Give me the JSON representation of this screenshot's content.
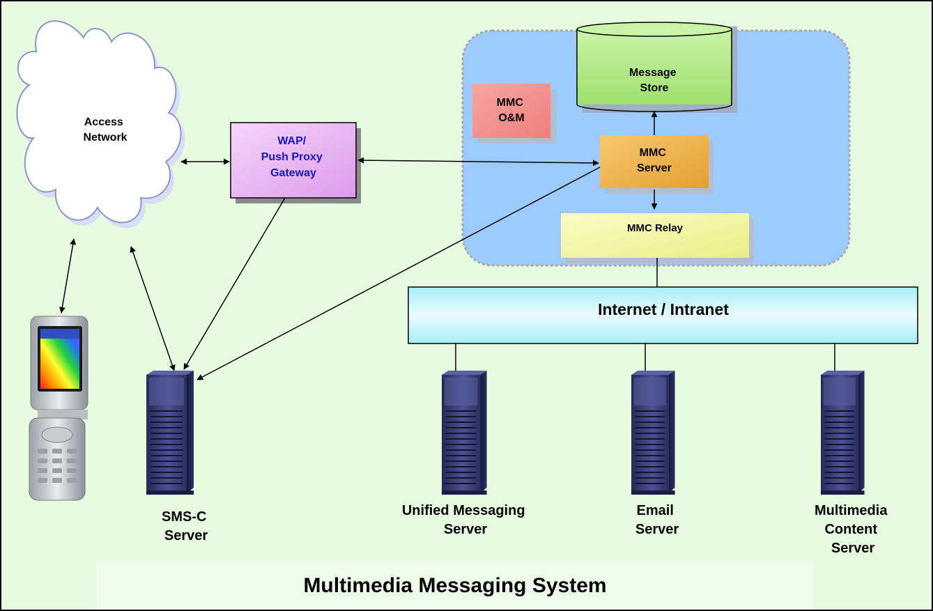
{
  "title": "Multimedia Messaging System",
  "nodes": {
    "access_network": [
      "Access",
      "Network"
    ],
    "wap_gateway": [
      "WAP/",
      "Push Proxy",
      "Gateway"
    ],
    "message_store": [
      "Message",
      "Store"
    ],
    "mmc_om": [
      "MMC",
      "O&M"
    ],
    "mmc_server": [
      "MMC",
      "Server"
    ],
    "mmc_relay": "MMC Relay",
    "internet": "Internet / Intranet",
    "sms_c_server": [
      "SMS-C",
      "Server"
    ],
    "unified_messaging_server": [
      "Unified Messaging",
      "Server"
    ],
    "email_server": [
      "Email",
      "Server"
    ],
    "multimedia_content_server": [
      "Multimedia",
      "Content",
      "Server"
    ]
  },
  "colors": {
    "background": "#e6fbe0",
    "title_panel": "#eefdea",
    "mmc_domain": "#9ecbff",
    "message_store": "#b5ec8e",
    "mmc_om": "#f2908e",
    "mmc_server": "#f3b24c",
    "mmc_relay": "#f2f5a0",
    "wap_gateway": "#e8b3f2",
    "wap_text": "#1515c8",
    "internet": "#c8f3fa",
    "server_body": "#3a3f73"
  },
  "icons": [
    "cloud-icon",
    "mobile-phone-icon",
    "server-tower-icon",
    "database-cylinder-icon"
  ]
}
